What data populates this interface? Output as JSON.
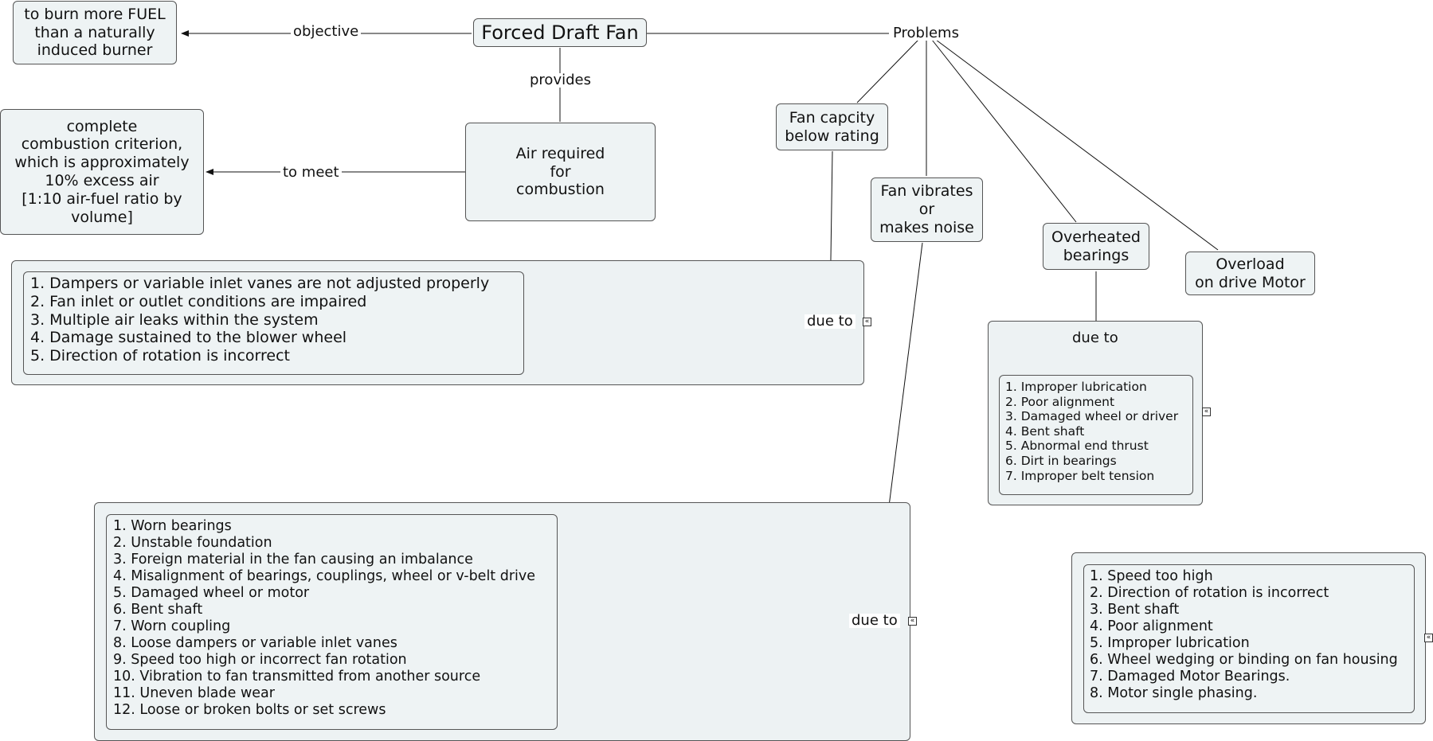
{
  "main_node": "Forced Draft Fan",
  "objective": {
    "label": "objective",
    "text": "to burn more FUEL\nthan a naturally\ninduced burner"
  },
  "provides": {
    "label": "provides",
    "text": "Air required\nfor\ncombustion"
  },
  "to_meet": {
    "label": "to meet",
    "text": "complete\ncombustion criterion,\nwhich is approximately\n10% excess air\n[1:10 air-fuel ratio by\nvolume]"
  },
  "problems_label": "Problems",
  "problems": [
    {
      "text": "Fan capcity\nbelow rating",
      "due_label": "due to",
      "causes": [
        "1. Dampers or variable inlet vanes are not adjusted properly",
        "2. Fan inlet or outlet conditions are impaired",
        "3. Multiple air leaks within the system",
        "4. Damage sustained to the blower wheel",
        "5. Direction of rotation is incorrect"
      ]
    },
    {
      "text": "Fan vibrates\nor\nmakes noise",
      "due_label": "due to",
      "causes": [
        "1. Worn bearings",
        "2. Unstable foundation",
        "3. Foreign material in the fan causing an imbalance",
        "4. Misalignment of bearings, couplings, wheel or v-belt drive",
        "5. Damaged wheel or motor",
        "6. Bent shaft",
        "7. Worn coupling",
        "8. Loose dampers or variable inlet vanes",
        "9. Speed too high or incorrect fan rotation",
        "10. Vibration to fan transmitted from another source",
        "11. Uneven blade wear",
        "12. Loose or broken bolts or set screws"
      ]
    },
    {
      "text": "Overheated\nbearings",
      "due_label": "due to",
      "causes": [
        "1. Improper lubrication",
        "2. Poor alignment",
        "3. Damaged wheel or driver",
        "4. Bent shaft",
        "5. Abnormal end thrust",
        "6. Dirt in bearings",
        "7. Improper belt tension"
      ]
    },
    {
      "text": "Overload\non drive Motor",
      "causes": [
        "1. Speed too high",
        "2. Direction of rotation is incorrect",
        "3. Bent shaft",
        "4. Poor alignment",
        "5. Improper lubrication",
        "6. Wheel wedging or binding on fan housing",
        "7. Damaged Motor Bearings.",
        "8. Motor single phasing."
      ]
    }
  ],
  "expand_glyph": "«"
}
